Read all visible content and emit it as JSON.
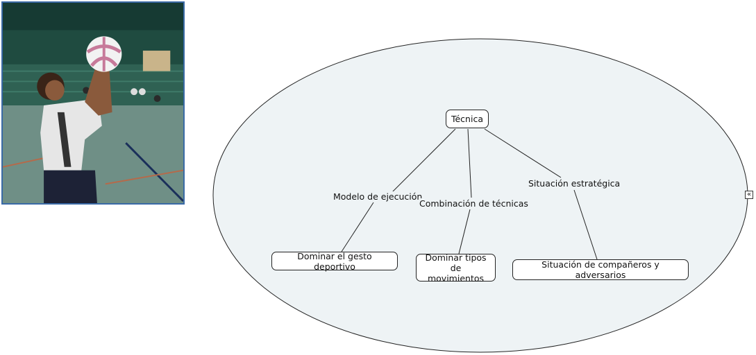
{
  "photo": {
    "subject": "basketball-player-shooting"
  },
  "concept_map": {
    "root": {
      "label": "Técnica"
    },
    "links": [
      {
        "label": "Modelo de ejecución"
      },
      {
        "label": "Combinación de técnicas"
      },
      {
        "label": "Situación estratégica"
      }
    ],
    "leaves": [
      {
        "label": "Dominar el gesto deportivo"
      },
      {
        "label": "Dominar tipos de movimientos"
      },
      {
        "label": "Situación de compañeros y adversarios"
      }
    ],
    "colors": {
      "ellipse_fill": "#eef3f5",
      "stroke": "#222222",
      "photo_border": "#3a6aa6"
    }
  },
  "controls": {
    "collapse_glyph": "«"
  }
}
